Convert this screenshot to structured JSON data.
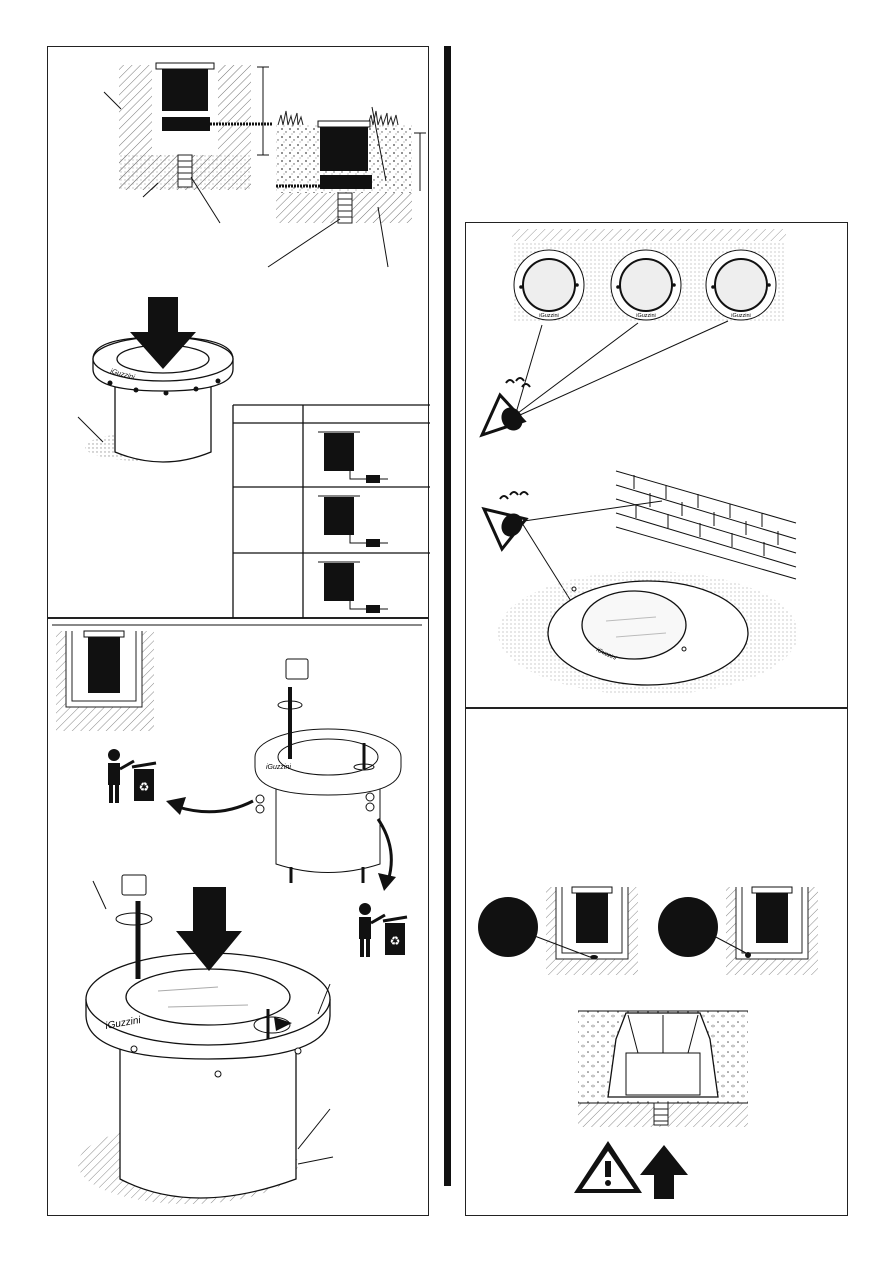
{
  "brand": "iGuzzini",
  "brand_small": "iGuzzini",
  "panels": {
    "install": "installation-steps",
    "view": "viewing-orientation",
    "warning": "drainage-warning"
  },
  "icons": {
    "warning": "warning-triangle-icon",
    "up_arrow": "up-arrow-icon",
    "down_arrow": "down-arrow-icon",
    "recycle": "recycle-bin-icon"
  }
}
